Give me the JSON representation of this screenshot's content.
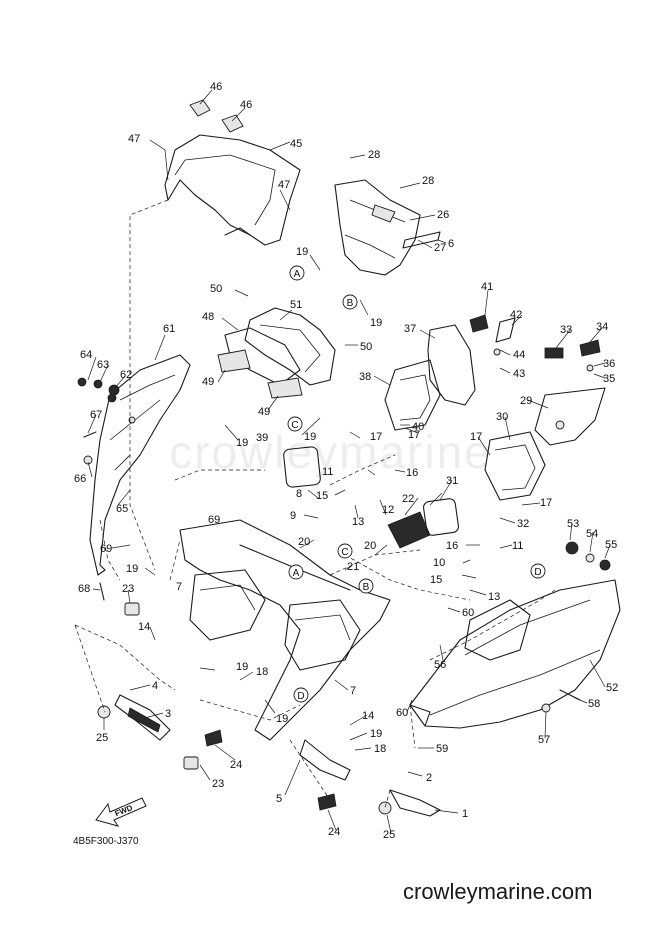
{
  "diagram_code": "4B5F300-J370",
  "site_credit": "crowleymarine.com",
  "watermark": "crowleymarine",
  "fwd_label": "FWD",
  "ref_markers": [
    "A",
    "B",
    "C",
    "D"
  ],
  "part_numbers": [
    "1",
    "2",
    "3",
    "4",
    "5",
    "6",
    "7",
    "8",
    "9",
    "10",
    "11",
    "12",
    "13",
    "14",
    "15",
    "16",
    "17",
    "18",
    "19",
    "20",
    "21",
    "22",
    "23",
    "24",
    "25",
    "26",
    "27",
    "28",
    "29",
    "30",
    "31",
    "32",
    "33",
    "34",
    "35",
    "36",
    "37",
    "38",
    "39",
    "40",
    "41",
    "42",
    "43",
    "44",
    "45",
    "46",
    "47",
    "48",
    "49",
    "50",
    "51",
    "52",
    "53",
    "54",
    "55",
    "56",
    "57",
    "58",
    "59",
    "60",
    "61",
    "62",
    "63",
    "64",
    "65",
    "66",
    "67",
    "68",
    "69"
  ]
}
